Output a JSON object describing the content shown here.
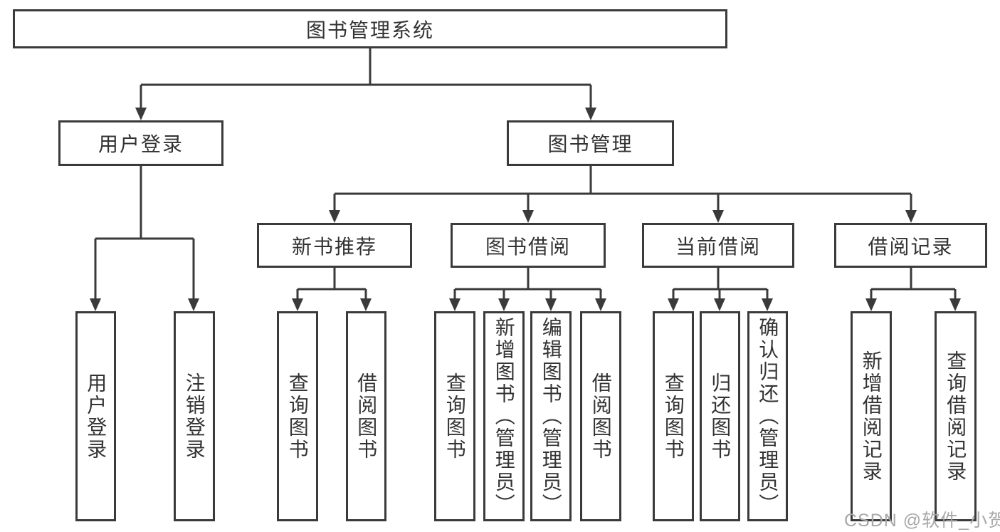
{
  "diagram": {
    "title": "图书管理系统",
    "watermark": "CSDN @软件_小贺同学",
    "colors": {
      "line": "#3a3a3a",
      "text": "#333333",
      "box_background": "#ffffff",
      "page_background": "#ffffff",
      "watermark": "#a8a8a8"
    },
    "tree": {
      "label": "图书管理系统",
      "children": [
        {
          "label": "用户登录",
          "children": [
            {
              "label": "用户登录"
            },
            {
              "label": "注销登录"
            }
          ]
        },
        {
          "label": "图书管理",
          "children": [
            {
              "label": "新书推荐",
              "children": [
                {
                  "label": "查询图书"
                },
                {
                  "label": "借阅图书"
                }
              ]
            },
            {
              "label": "图书借阅",
              "children": [
                {
                  "label": "查询图书"
                },
                {
                  "label": "新增图书（管理员）"
                },
                {
                  "label": "编辑图书（管理员）"
                },
                {
                  "label": "借阅图书"
                }
              ]
            },
            {
              "label": "当前借阅",
              "children": [
                {
                  "label": "查询图书"
                },
                {
                  "label": "归还图书"
                },
                {
                  "label": "确认归还（管理员）"
                }
              ]
            },
            {
              "label": "借阅记录",
              "children": [
                {
                  "label": "新增借阅记录"
                },
                {
                  "label": "查询借阅记录"
                }
              ]
            }
          ]
        }
      ]
    }
  }
}
